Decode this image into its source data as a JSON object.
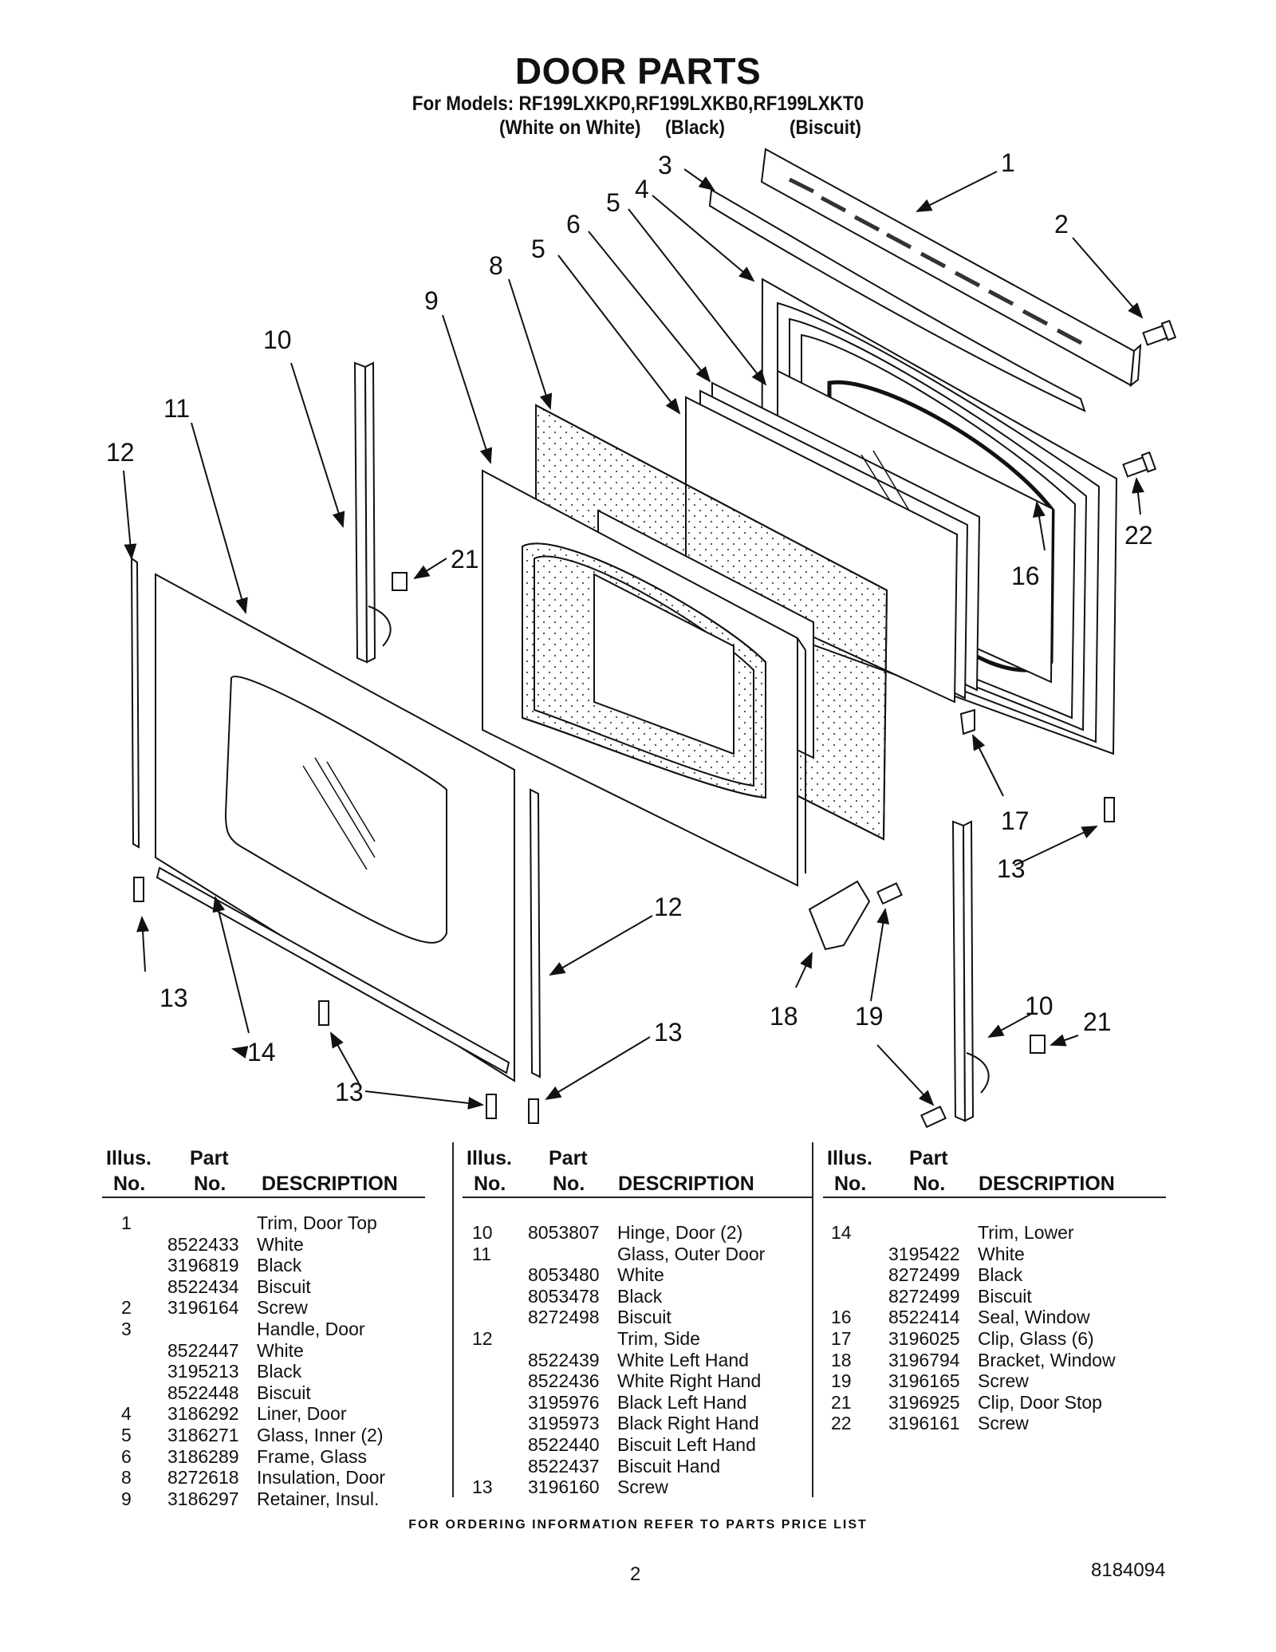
{
  "header": {
    "title": "DOOR PARTS",
    "models_line": "For Models: RF199LXKP0,RF199LXKB0,RF199LXKT0",
    "color_labels": [
      "(White on White)",
      "(Black)",
      "(Biscuit)"
    ]
  },
  "callouts": [
    "1",
    "2",
    "3",
    "4",
    "5",
    "5",
    "6",
    "8",
    "9",
    "10",
    "11",
    "12",
    "21",
    "16",
    "22",
    "17",
    "13",
    "18",
    "19",
    "12",
    "13",
    "13",
    "14",
    "13",
    "10",
    "21"
  ],
  "table_headers": {
    "illus": "Illus.",
    "no": "No.",
    "part": "Part",
    "description": "DESCRIPTION"
  },
  "parts_columns": [
    [
      {
        "illus": "1",
        "part": "",
        "desc": "Trim, Door Top"
      },
      {
        "illus": "",
        "part": "8522433",
        "desc": "White"
      },
      {
        "illus": "",
        "part": "3196819",
        "desc": "Black"
      },
      {
        "illus": "",
        "part": "8522434",
        "desc": "Biscuit"
      },
      {
        "illus": "2",
        "part": "3196164",
        "desc": "Screw"
      },
      {
        "illus": "3",
        "part": "",
        "desc": "Handle, Door"
      },
      {
        "illus": "",
        "part": "8522447",
        "desc": "White"
      },
      {
        "illus": "",
        "part": "3195213",
        "desc": "Black"
      },
      {
        "illus": "",
        "part": "8522448",
        "desc": "Biscuit"
      },
      {
        "illus": "4",
        "part": "3186292",
        "desc": "Liner, Door"
      },
      {
        "illus": "5",
        "part": "3186271",
        "desc": "Glass, Inner (2)"
      },
      {
        "illus": "6",
        "part": "3186289",
        "desc": "Frame, Glass"
      },
      {
        "illus": "8",
        "part": "8272618",
        "desc": "Insulation, Door"
      },
      {
        "illus": "9",
        "part": "3186297",
        "desc": "Retainer, Insul."
      }
    ],
    [
      {
        "illus": "10",
        "part": "8053807",
        "desc": "Hinge, Door (2)"
      },
      {
        "illus": "11",
        "part": "",
        "desc": "Glass, Outer Door"
      },
      {
        "illus": "",
        "part": "8053480",
        "desc": "White"
      },
      {
        "illus": "",
        "part": "8053478",
        "desc": "Black"
      },
      {
        "illus": "",
        "part": "8272498",
        "desc": "Biscuit"
      },
      {
        "illus": "12",
        "part": "",
        "desc": "Trim, Side"
      },
      {
        "illus": "",
        "part": "8522439",
        "desc": "White Left Hand"
      },
      {
        "illus": "",
        "part": "8522436",
        "desc": "White Right Hand"
      },
      {
        "illus": "",
        "part": "3195976",
        "desc": "Black Left Hand"
      },
      {
        "illus": "",
        "part": "3195973",
        "desc": "Black Right Hand"
      },
      {
        "illus": "",
        "part": "8522440",
        "desc": "Biscuit Left Hand"
      },
      {
        "illus": "",
        "part": "8522437",
        "desc": "Biscuit Hand"
      },
      {
        "illus": "13",
        "part": "3196160",
        "desc": "Screw"
      }
    ],
    [
      {
        "illus": "14",
        "part": "",
        "desc": "Trim, Lower"
      },
      {
        "illus": "",
        "part": "3195422",
        "desc": "White"
      },
      {
        "illus": "",
        "part": "8272499",
        "desc": "Black"
      },
      {
        "illus": "",
        "part": "8272499",
        "desc": "Biscuit"
      },
      {
        "illus": "16",
        "part": "8522414",
        "desc": "Seal, Window"
      },
      {
        "illus": "17",
        "part": "3196025",
        "desc": "Clip, Glass (6)"
      },
      {
        "illus": "18",
        "part": "3196794",
        "desc": "Bracket, Window"
      },
      {
        "illus": "19",
        "part": "3196165",
        "desc": "Screw"
      },
      {
        "illus": "21",
        "part": "3196925",
        "desc": "Clip, Door Stop"
      },
      {
        "illus": "22",
        "part": "3196161",
        "desc": "Screw"
      }
    ]
  ],
  "footer": {
    "ordering_note": "FOR ORDERING INFORMATION REFER TO PARTS PRICE LIST",
    "page_number": "2",
    "document_number": "8184094"
  }
}
